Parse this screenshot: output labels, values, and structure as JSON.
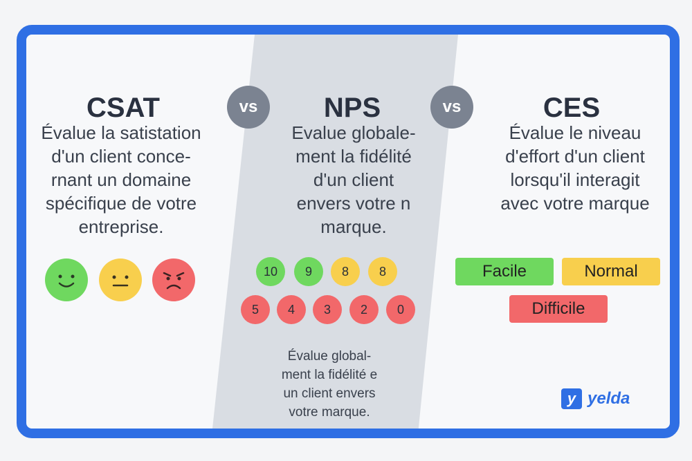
{
  "colors": {
    "frame": "#2f6fe4",
    "band": "#d9dde3",
    "vs_circle": "#7b8391",
    "green": "#6fd85f",
    "yellow": "#f8cf4d",
    "red": "#f2686a"
  },
  "vs_label": "vs",
  "csat": {
    "title": "CSAT",
    "lines": [
      "Évalue la satistation",
      "d'un client conce-",
      "rnant un domaine",
      "spécifique de votre",
      "entreprise."
    ],
    "faces": [
      {
        "icon": "happy-face-icon",
        "color": "green"
      },
      {
        "icon": "neutral-face-icon",
        "color": "yellow"
      },
      {
        "icon": "angry-face-icon",
        "color": "red"
      }
    ]
  },
  "nps": {
    "title": "NPS",
    "lines": [
      "Evalue globale-",
      "ment la fidélité",
      "d'un client",
      "envers votre n",
      "marque."
    ],
    "scores_row1": [
      {
        "value": "10",
        "color": "green"
      },
      {
        "value": "9",
        "color": "green"
      },
      {
        "value": "8",
        "color": "yellow"
      },
      {
        "value": "8",
        "color": "yellow"
      }
    ],
    "scores_row2": [
      {
        "value": "5",
        "color": "red"
      },
      {
        "value": "4",
        "color": "red"
      },
      {
        "value": "3",
        "color": "red"
      },
      {
        "value": "2",
        "color": "red"
      },
      {
        "value": "0",
        "color": "red"
      }
    ],
    "small_lines": [
      "Évalue global-",
      "ment la fidélité e",
      "un client envers",
      "votre marque."
    ]
  },
  "ces": {
    "title": "CES",
    "lines": [
      "Évalue le niveau",
      "d'effort d'un client",
      "lorsqu'il interagit",
      "avec votre marque"
    ],
    "tags": [
      "Facile",
      "Normal",
      "Difficile"
    ]
  },
  "logo": {
    "mark": "y",
    "text": "yelda"
  }
}
